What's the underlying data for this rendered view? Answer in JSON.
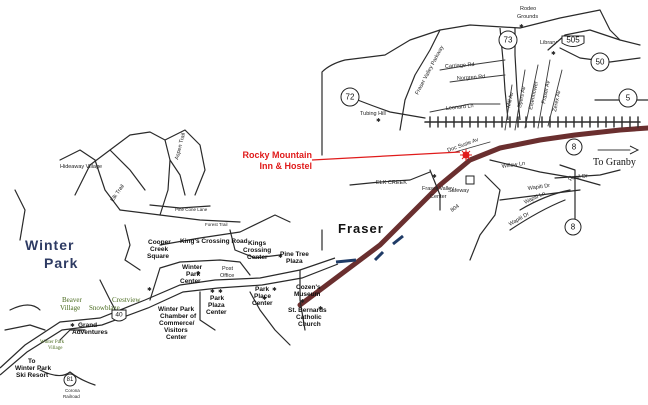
{
  "towns": {
    "winter_park_line1": "Winter",
    "winter_park_line2": "Park",
    "fraser": "Fraser"
  },
  "highlight": {
    "line1": "Rocky Mountain",
    "line2": "Inn & Hostel",
    "color": "#e01b1b"
  },
  "destination": "To Granby",
  "route_shields": [
    "505",
    "73",
    "50",
    "72",
    "5",
    "8",
    "8",
    "40",
    "81"
  ],
  "places_fraser": {
    "rodeo_line1": "Rodeo",
    "rodeo_line2": "Grounds",
    "library": "Library",
    "tubing_hill": "Tubing Hill",
    "fraser_valley_line1": "Fraser Valley",
    "fraser_valley_line2": "Center",
    "safeway": "Safeway",
    "elk_creek": "ELK CREEK"
  },
  "streets_fraser": {
    "fraser_valley_parkway": "Fraser Valley Parkway",
    "carriage_rd": "Carriage Rd",
    "norgren_rd": "Norgren Rd",
    "leonard_ln": "Leonard Ln",
    "mill_av": "Mill Av",
    "byers_av": "Byers Av",
    "eisenhower": "Eisenhower",
    "fraser_av": "Fraser Av",
    "zerex_av": "Zerex Av",
    "doc_susie_av": "Doc Susie Av",
    "willow_ln": "Willow Ln",
    "quail_dr": "Quail Dr",
    "wapiti_dr": "Wapiti Dr",
    "wapiti_ln": "Wapiti Ln",
    "wapiti_dr_2": "Wapiti Dr",
    "hwy_804": "804"
  },
  "places_winter_park": {
    "hideaway_village": "Hideaway Village",
    "cooper_line1": "Cooper",
    "cooper_line2": "Creek",
    "cooper_line3": "Square",
    "kings_crossing_road": "King's Crossing Road",
    "kings_line1": "Kings",
    "kings_line2": "Crossing",
    "kings_line3": "Center",
    "pine_tree_line1": "Pine Tree",
    "pine_tree_line2": "Plaza",
    "wpc_line1": "Winter",
    "wpc_line2": "Park",
    "wpc_line3": "Center",
    "post_line1": "Post",
    "post_line2": "Office",
    "ppc_line1": "Park",
    "ppc_line2": "Plaza",
    "ppc_line3": "Center",
    "pplc_line1": "Park",
    "pplc_line2": "Place",
    "pplc_line3": "Center",
    "cozens_line1": "Cozen's",
    "cozens_line2": "Museum",
    "chamber_line1": "Winter Park",
    "chamber_line2": "Chamber of",
    "chamber_line3": "Commerce/",
    "chamber_line4": "Visitors",
    "chamber_line5": "Center",
    "stb_line1": "St. Bernards",
    "stb_line2": "Catholic",
    "stb_line3": "Church",
    "beaver_line1": "Beaver",
    "beaver_line2": "Village",
    "snowblaze": "Snowblaze",
    "crestview": "Crestview",
    "grand_line1": "Grand",
    "grand_line2": "Adventures",
    "wp_village_line1": "Winter Park",
    "wp_village_line2": "Village",
    "ski_line1": "To",
    "ski_line2": "Winter Park",
    "ski_line3": "Ski Resort",
    "corona_line1": "Corona",
    "corona_line2": "Railroad",
    "pine_cone_lane": "Pine Cone Lane",
    "forest_trail": "Forest Trail",
    "elk_trail": "Elk Trail",
    "aspen_trail": "Aspen Trail"
  },
  "colors": {
    "highway": "#6a2f2f",
    "road": "#2a2a2a",
    "connector_blue": "#1f3b66",
    "label_green": "#4a6b1f"
  }
}
